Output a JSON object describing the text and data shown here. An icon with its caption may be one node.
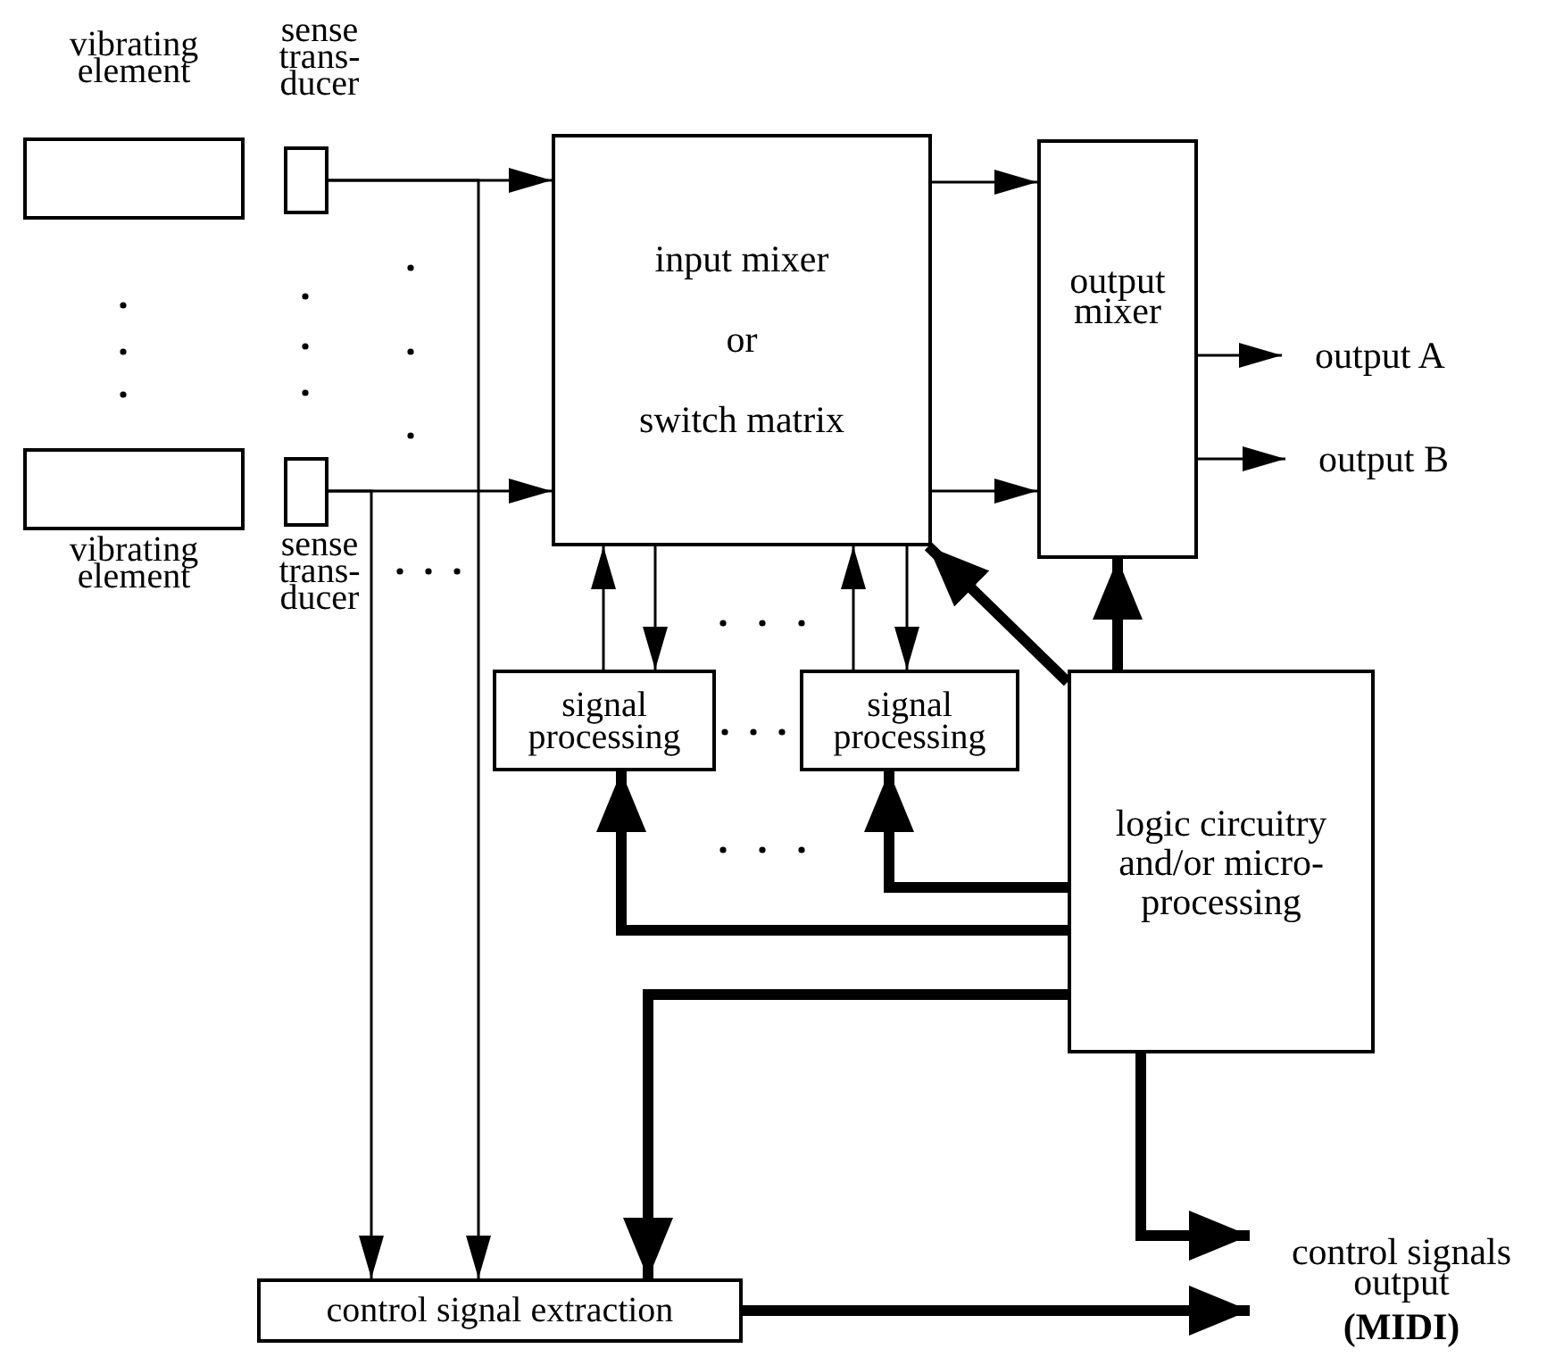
{
  "diagram": {
    "nodes": [
      {
        "text": [
          "vibrating element"
        ]
      },
      {
        "text": [
          "sense trans- ducer"
        ]
      },
      {
        "text": [
          "vibrating element"
        ]
      },
      {
        "text": [
          "sense trans- ducer"
        ]
      },
      {
        "text": [
          "input mixer",
          "or",
          "switch matrix"
        ]
      },
      {
        "text": [
          "output mixer"
        ]
      },
      {
        "text": [
          "output A"
        ]
      },
      {
        "text": [
          "output B"
        ]
      },
      {
        "text": [
          "signal processing"
        ]
      },
      {
        "text": [
          "signal processing"
        ]
      },
      {
        "text": [
          "logic circuitry and/or micro- processing"
        ]
      },
      {
        "text": [
          "control signal extraction"
        ]
      },
      {
        "text": [
          "control signals output",
          "(MIDI)"
        ]
      }
    ],
    "edges": [
      {
        "from": 1,
        "to": 4,
        "arrow": "to"
      },
      {
        "from": 3,
        "to": 4,
        "arrow": "to"
      },
      {
        "from": 4,
        "to": 5,
        "arrow": "to"
      },
      {
        "from": 4,
        "to": 5,
        "arrow": "to"
      },
      {
        "from": 5,
        "to": 6,
        "arrow": "to"
      },
      {
        "from": 5,
        "to": 7,
        "arrow": "to"
      },
      {
        "from": 8,
        "to": 4,
        "arrow": "to"
      },
      {
        "from": 4,
        "to": 8,
        "arrow": "to"
      },
      {
        "from": 9,
        "to": 4,
        "arrow": "to"
      },
      {
        "from": 4,
        "to": 9,
        "arrow": "to"
      },
      {
        "from": 10,
        "to": 4,
        "arrow": "to",
        "style": "thick"
      },
      {
        "from": 10,
        "to": 5,
        "arrow": "to",
        "style": "thick"
      },
      {
        "from": 10,
        "to": 8,
        "arrow": "to",
        "style": "thick"
      },
      {
        "from": 10,
        "to": 9,
        "arrow": "to",
        "style": "thick"
      },
      {
        "from": 10,
        "to": 11,
        "arrow": "to",
        "style": "thick"
      },
      {
        "from": 10,
        "to": 12,
        "arrow": "to",
        "style": "thick"
      },
      {
        "from": 11,
        "to": 12,
        "arrow": "to",
        "style": "thick"
      },
      {
        "from": 1,
        "to": 11,
        "arrow": "to"
      },
      {
        "from": 3,
        "to": 11,
        "arrow": "to"
      }
    ]
  }
}
